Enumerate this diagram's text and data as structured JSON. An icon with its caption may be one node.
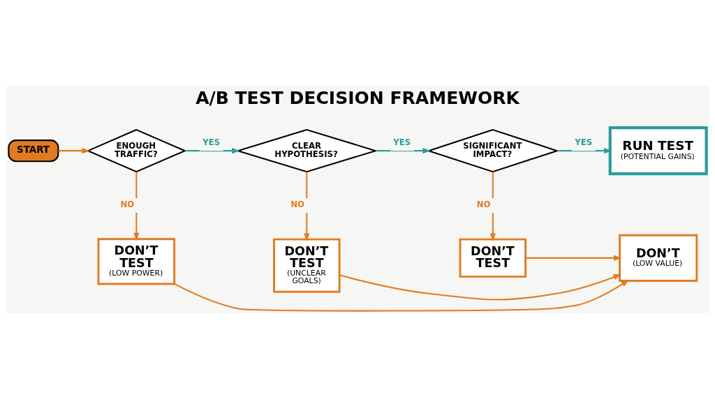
{
  "diagram": {
    "title": "A/B TEST DECISION FRAMEWORK",
    "nodes": [
      {
        "text": [
          "START"
        ]
      },
      {
        "text": [
          "ENOUGH TRAFFIC?"
        ]
      },
      {
        "text": [
          "CLEAR HYPOTHESIS?"
        ]
      },
      {
        "text": [
          "SIGNIFICANT IMPACT?"
        ]
      },
      {
        "text": [
          "RUN TEST",
          "(POTENTIAL GAINS)"
        ]
      },
      {
        "text": [
          "DON’T TEST",
          "(LOW POWER)"
        ]
      },
      {
        "text": [
          "DON’T TEST",
          "(UNCLEAR GOALS)"
        ]
      },
      {
        "text": [
          "DON’T TEST"
        ]
      },
      {
        "text": [
          "DON’T",
          "(LOW VALUE)"
        ]
      }
    ],
    "edges": [
      {
        "from": 0,
        "to": 1,
        "arrow": "to"
      },
      {
        "from": 1,
        "to": 2,
        "arrow": "to",
        "label": "YES",
        "color": "#2a9d9b"
      },
      {
        "from": 2,
        "to": 3,
        "arrow": "to",
        "label": "YES",
        "color": "#2a9d9b"
      },
      {
        "from": 3,
        "to": 4,
        "arrow": "to",
        "label": "YES",
        "color": "#2a9d9b"
      },
      {
        "from": 1,
        "to": 5,
        "arrow": "to",
        "label": "NO"
      },
      {
        "from": 2,
        "to": 6,
        "arrow": "to",
        "label": "NO"
      },
      {
        "from": 3,
        "to": 7,
        "arrow": "to",
        "label": "NO"
      },
      {
        "from": 7,
        "to": 8,
        "arrow": "to"
      },
      {
        "from": 5,
        "to": 8,
        "arrow": "to"
      },
      {
        "from": 6,
        "to": 8,
        "arrow": "to"
      }
    ]
  }
}
